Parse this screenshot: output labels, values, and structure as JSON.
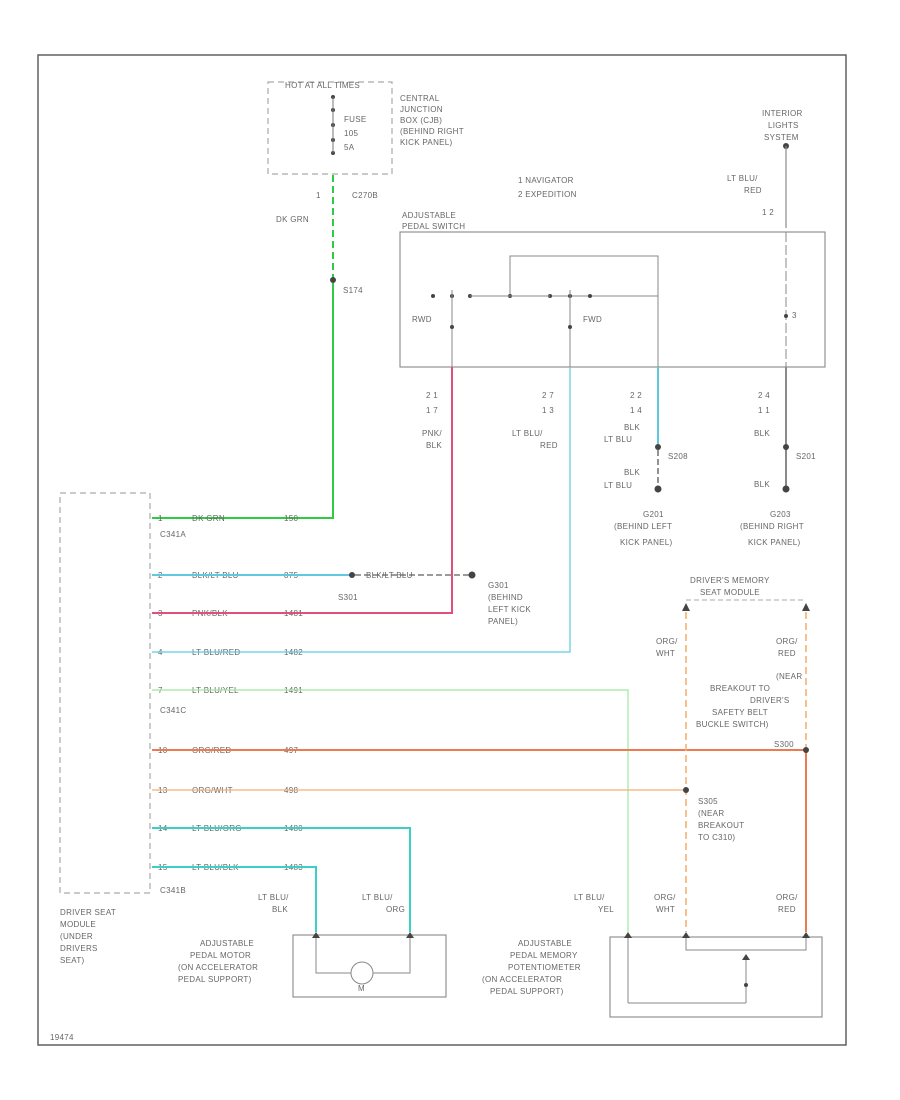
{
  "diagram_id": "19474",
  "colors": {
    "dk_grn": "#2ecc40",
    "pnk_blk": "#e0507a",
    "lt_blu": "#5fc9e0",
    "lt_blu_yel": "#9fe89f",
    "org_red": "#f07a50",
    "org_wht": "#f5b070",
    "blk": "#7a7a7a",
    "lt_blu_org": "#3ad0c8",
    "lt_blu_blk": "#3ad0c8"
  },
  "hot_box": {
    "label": "HOT AT ALL TIMES",
    "fuse": "FUSE",
    "fuse_num": "105",
    "amps": "5A",
    "cjb_lines": [
      "CENTRAL",
      "JUNCTION",
      "BOX (CJB)",
      "(BEHIND RIGHT",
      "KICK PANEL)"
    ],
    "pin": "1",
    "connector": "C270B"
  },
  "legend": {
    "line1": "1 NAVIGATOR",
    "line2": "2 EXPEDITION"
  },
  "exterior_lights": {
    "lines": [
      "INTERIOR",
      "LIGHTS",
      "SYSTEM"
    ],
    "wire1": "LT BLU/",
    "wire2": "RED",
    "pins": "1  2"
  },
  "pedal_switch": {
    "title1": "ADJUSTABLE",
    "title2": "PEDAL SWITCH",
    "rwd": "RWD",
    "fwd": "FWD",
    "pin3": "3",
    "pins_a1": "2  1",
    "pins_a2": "1  7",
    "pins_b1": "2  7",
    "pins_b2": "1  3",
    "pins_c1": "2  2",
    "pins_c2": "1  4",
    "pins_d1": "2  4",
    "pins_d2": "1  1",
    "wire_a1": "PNK/",
    "wire_a2": "BLK",
    "wire_b1": "LT BLU/",
    "wire_b2": "RED"
  },
  "dk_grn_label": "DK GRN",
  "splice_s174": "S174",
  "ground_left": {
    "blk1": "BLK",
    "wire1": "LT BLU",
    "splice": "S208",
    "blk2": "BLK",
    "wire2": "LT BLU",
    "g_lines": [
      "G201",
      "(BEHIND LEFT",
      "KICK PANEL)"
    ]
  },
  "ground_right": {
    "blk1": "BLK",
    "splice": "S201",
    "blk2": "BLK",
    "g_lines": [
      "G203",
      "(BEHIND RIGHT",
      "KICK PANEL)"
    ]
  },
  "module": {
    "connector_a": "C341A",
    "connector_c": "C341C",
    "connector_b": "C341B",
    "lines": [
      "DRIVER SEAT",
      "MODULE",
      "(UNDER",
      "DRIVERS",
      "SEAT)"
    ],
    "pins": [
      "1",
      "2",
      "3",
      "4",
      "7",
      "10",
      "13",
      "14",
      "15"
    ],
    "wire_names": [
      "DK GRN",
      "BLK/LT BLU",
      "PNK/BLK",
      "LT BLU/RED",
      "LT BLU/YEL",
      "ORG/RED",
      "ORG/WHT",
      "LT BLU/ORG",
      "LT BLU/BLK"
    ],
    "circuits": [
      "150",
      "875",
      "1481",
      "1482",
      "1491",
      "497",
      "498",
      "1480",
      "1483"
    ]
  },
  "splice_s301": "S301",
  "blk_lt_blu_label": "BLK/LT BLU",
  "g301": {
    "lines": [
      "G301",
      "(BEHIND",
      "LEFT KICK",
      "PANEL)"
    ]
  },
  "memory_module": {
    "lines": [
      "DRIVER'S MEMORY",
      "SEAT MODULE"
    ]
  },
  "right_labels": {
    "org_wht1": "ORG/",
    "org_wht2": "WHT",
    "org_red1": "ORG/",
    "org_red2": "RED",
    "near_lines": [
      "(NEAR",
      "BREAKOUT TO",
      "DRIVER'S",
      "SAFETY BELT",
      "BUCKLE SWITCH)"
    ],
    "s300": "S300",
    "s305_lines": [
      "S305",
      "(NEAR",
      "BREAKOUT",
      "TO C310)"
    ]
  },
  "motor": {
    "wire_left1": "LT BLU/",
    "wire_left2": "BLK",
    "wire_right1": "LT BLU/",
    "wire_right2": "ORG",
    "lines": [
      "ADJUSTABLE",
      "PEDAL MOTOR",
      "(ON ACCELERATOR",
      "PEDAL SUPPORT)"
    ],
    "m": "M"
  },
  "potentiometer": {
    "wire_a1": "LT BLU/",
    "wire_a2": "YEL",
    "wire_b1": "ORG/",
    "wire_b2": "WHT",
    "wire_c1": "ORG/",
    "wire_c2": "RED",
    "lines": [
      "ADJUSTABLE",
      "PEDAL MEMORY",
      "POTENTIOMETER",
      "(ON ACCELERATOR",
      "PEDAL SUPPORT)"
    ]
  }
}
